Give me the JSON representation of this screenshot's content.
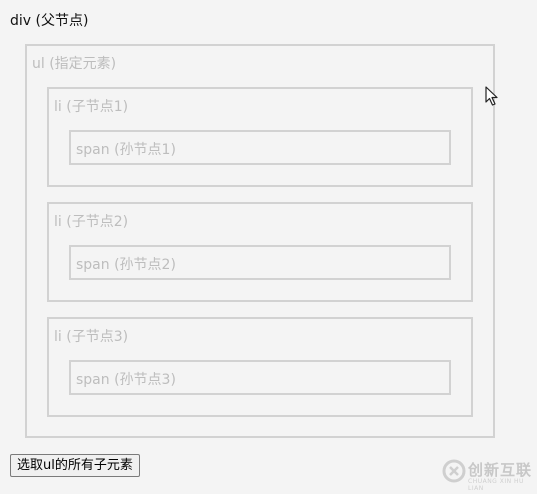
{
  "div": {
    "label": "div (父节点)"
  },
  "ul": {
    "label": "ul (指定元素)"
  },
  "items": [
    {
      "li_label": "li (子节点1)",
      "span_label": "span (孙节点1)"
    },
    {
      "li_label": "li (子节点2)",
      "span_label": "span (孙节点2)"
    },
    {
      "li_label": "li (子节点3)",
      "span_label": "span (孙节点3)"
    }
  ],
  "button": {
    "label": "选取ul的所有子元素"
  },
  "watermark": {
    "name": "创新互联",
    "sub": "CHUANG XIN HU LIAN"
  },
  "colors": {
    "border": "#d2d2d2",
    "muted_text": "#bdbdbd",
    "background": "#f4f4f4"
  }
}
